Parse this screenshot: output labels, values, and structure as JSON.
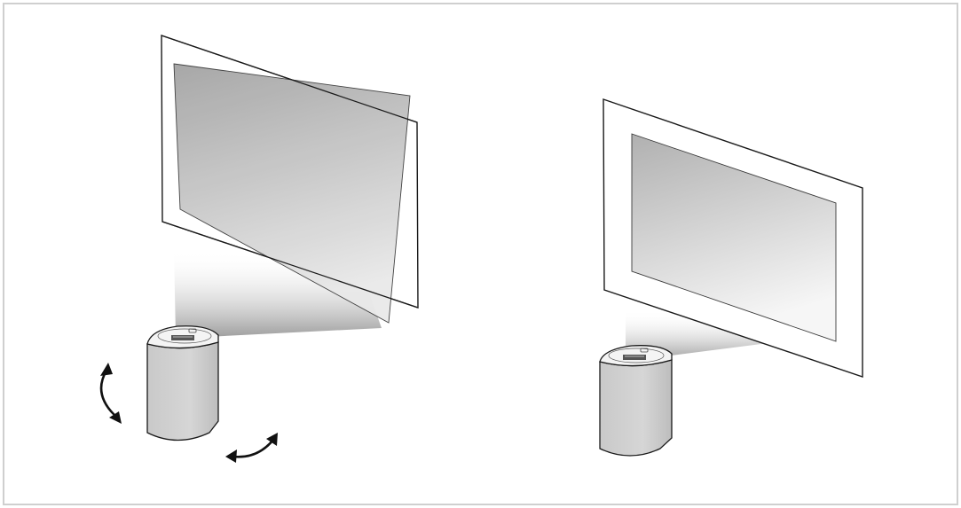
{
  "panels": [
    {
      "id": "before",
      "state": "keystone-distorted",
      "projection": "skewed-overlapping-screen"
    },
    {
      "id": "after",
      "state": "keystone-corrected",
      "projection": "aligned-to-screen"
    }
  ],
  "icons": {
    "tilt_arrow": "curved-double-arrow-icon",
    "rotate_arrow": "curved-double-arrow-icon",
    "projector": "projector-icon"
  },
  "colors": {
    "frame_border": "#cfcfcf",
    "outline": "#1a1a1a",
    "projector_body": "#cfcfcf",
    "image_dark": "#a6a6a6",
    "image_light": "#f2f2f2"
  }
}
